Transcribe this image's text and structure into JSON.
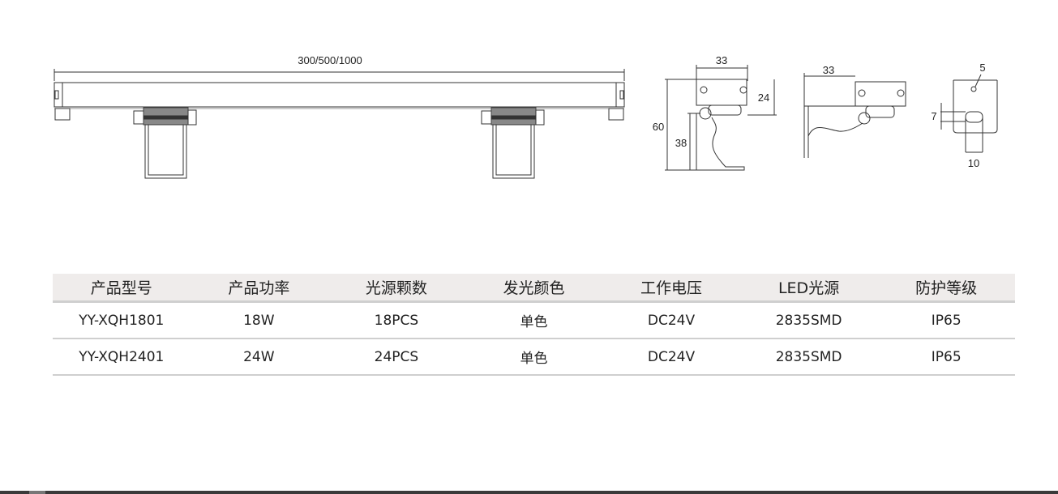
{
  "drawing": {
    "length_label": "300/500/1000",
    "side_width": "33",
    "side_head_height": "24",
    "side_total_height": "60",
    "side_bracket_height": "38",
    "angle_width": "33",
    "bracket_hole": "5",
    "bracket_slot_height": "7",
    "bracket_slot_width": "10"
  },
  "table": {
    "headers": [
      "产品型号",
      "产品功率",
      "光源颗数",
      "发光颜色",
      "工作电压",
      "LED光源",
      "防护等级"
    ],
    "rows": [
      [
        "YY-XQH1801",
        "18W",
        "18PCS",
        "单色",
        "DC24V",
        "2835SMD",
        "IP65"
      ],
      [
        "YY-XQH2401",
        "24W",
        "24PCS",
        "单色",
        "DC24V",
        "2835SMD",
        "IP65"
      ]
    ]
  }
}
